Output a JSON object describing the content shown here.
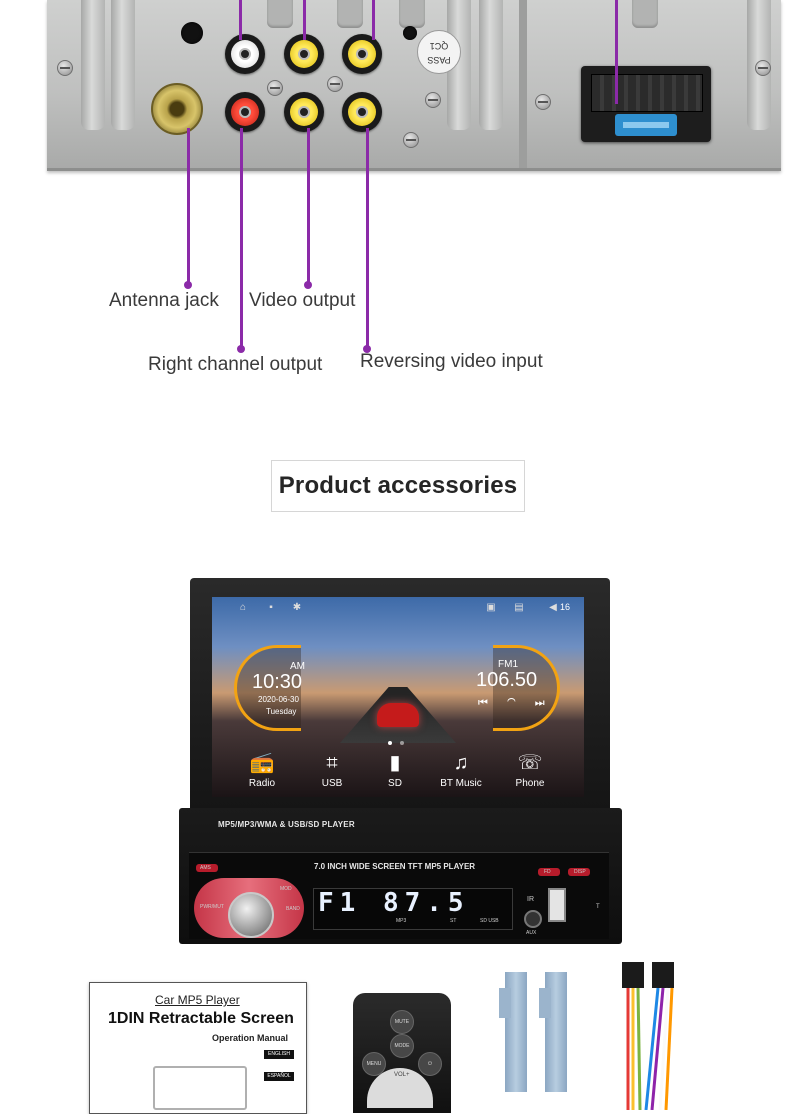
{
  "rear_panel": {
    "sticker_text": "PASS QC1"
  },
  "callouts": {
    "antenna_jack": "Antenna jack",
    "video_output": "Video output",
    "right_channel_output": "Right channel output",
    "reversing_video_input": "Reversing video input"
  },
  "section_heading": "Product accessories",
  "head_unit": {
    "screen": {
      "am_pm": "AM",
      "time": "10:30",
      "date": "2020-06-30",
      "weekday": "Tuesday",
      "band": "FM1",
      "frequency": "106.50",
      "volume_level": "16",
      "apps": [
        {
          "icon": "radio-icon",
          "label": "Radio"
        },
        {
          "icon": "usb-icon",
          "label": "USB"
        },
        {
          "icon": "sd-card-icon",
          "label": "SD"
        },
        {
          "icon": "bt-music-icon",
          "label": "BT Music"
        },
        {
          "icon": "phone-icon",
          "label": "Phone"
        }
      ]
    },
    "chassis_caption": "MP5/MP3/WMA & USB/SD PLAYER",
    "faceplate_caption": "7.0 INCH WIDE SCREEN TFT MP5 PLAYER",
    "lcd_readout": "F1 87.5",
    "lcd_tags": {
      "mp3": "MP3",
      "st": "ST",
      "sd_usb": "SD USB"
    },
    "button_labels": {
      "ams": "AMS",
      "pwr_mut": "PWR/MUT",
      "band": "BAND",
      "mode": "MOD",
      "ir": "IR",
      "aux": "AUX",
      "t": "T",
      "disp": "DISP",
      "ff": "FD"
    }
  },
  "accessories": {
    "manual": {
      "subtitle": "Car MP5 Player",
      "title": "1DIN Retractable Screen",
      "type": "Operation Manual",
      "languages": [
        "ENGLISH",
        "ESPAÑOL"
      ]
    },
    "remote": {
      "buttons": [
        "MUTE",
        "MODE",
        "MENU"
      ],
      "dial_label": "VOL+"
    }
  },
  "colors": {
    "leader_line": "#8b2aa8",
    "dial_accent": "#f2a313"
  }
}
